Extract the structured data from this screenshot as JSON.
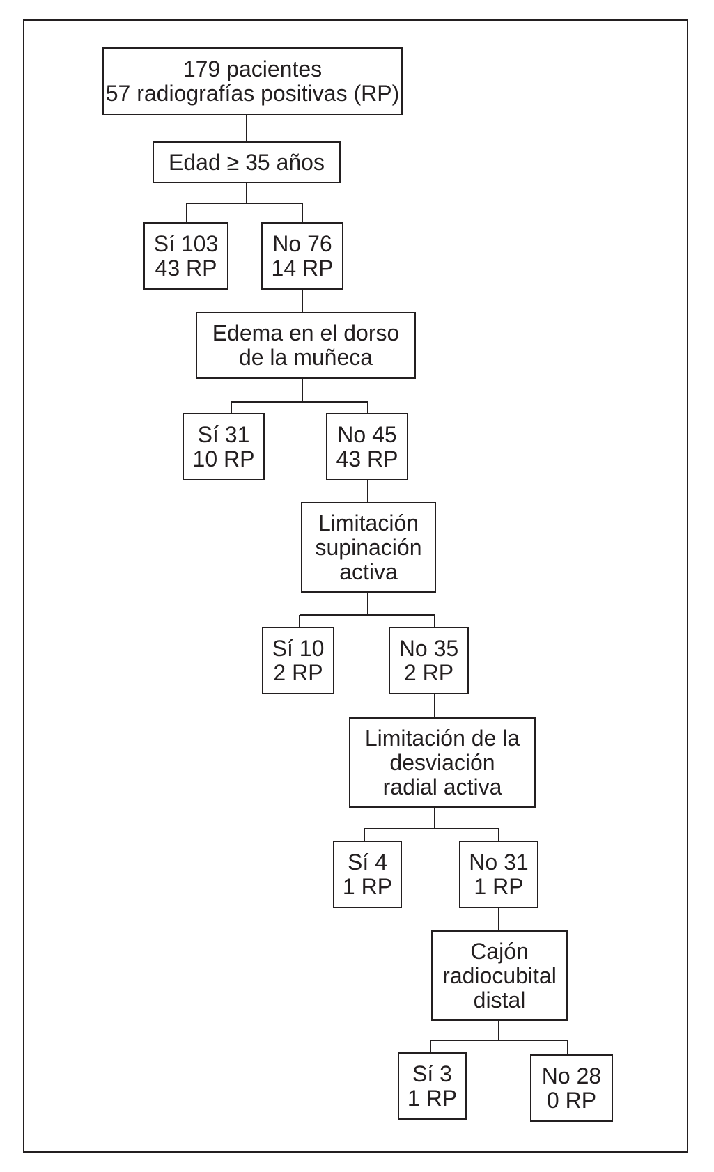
{
  "nodes": {
    "root": [
      "179 pacientes",
      "57 radiografías positivas (RP)"
    ],
    "q1": [
      "Edad ≥ 35 años"
    ],
    "q1_si": [
      "Sí 103",
      "43 RP"
    ],
    "q1_no": [
      "No 76",
      "14 RP"
    ],
    "q2": [
      "Edema en el dorso",
      "de la muñeca"
    ],
    "q2_si": [
      "Sí 31",
      "10 RP"
    ],
    "q2_no": [
      "No 45",
      "43 RP"
    ],
    "q3": [
      "Limitación",
      "supinación",
      "activa"
    ],
    "q3_si": [
      "Sí 10",
      "2 RP"
    ],
    "q3_no": [
      "No 35",
      "2 RP"
    ],
    "q4": [
      "Limitación de la",
      "desviación",
      "radial activa"
    ],
    "q4_si": [
      "Sí 4",
      "1 RP"
    ],
    "q4_no": [
      "No 31",
      "1 RP"
    ],
    "q5": [
      "Cajón",
      "radiocubital",
      "distal"
    ],
    "q5_si": [
      "Sí 3",
      "1 RP"
    ],
    "q5_no": [
      "No 28",
      "0 RP"
    ]
  }
}
